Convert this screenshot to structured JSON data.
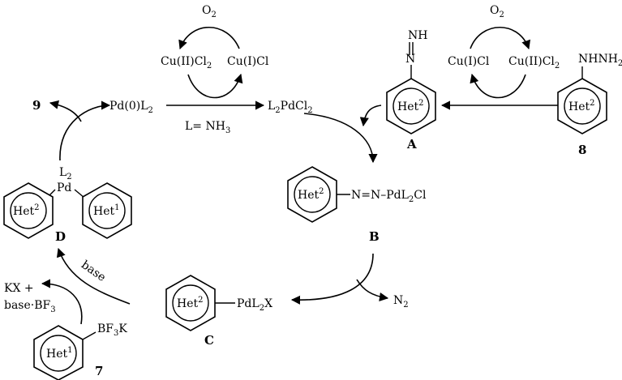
{
  "cycle_cu_left": {
    "o2": "O",
    "o2_sub": "2",
    "left": "Cu(II)Cl",
    "left_sub": "2",
    "right": "Cu(I)Cl"
  },
  "cycle_cu_right": {
    "o2": "O",
    "o2_sub": "2",
    "left": "Cu(I)Cl",
    "right": "Cu(II)Cl",
    "right_sub": "2"
  },
  "pd0": {
    "text": "Pd(0)L",
    "sub": "2"
  },
  "ligand_note": {
    "text": "L= NH",
    "sub": "3"
  },
  "l2pdcl2": {
    "a": "L",
    "a_sub": "2",
    "b": "PdCl",
    "b_sub": "2"
  },
  "compound_A": {
    "label": "A",
    "group": "NH",
    "ring": "Het",
    "ring_sup": "2"
  },
  "compound_8": {
    "label": "8",
    "group": "NHNH",
    "group_sub": "2",
    "ring": "Het",
    "ring_sup": "2"
  },
  "compound_9": {
    "label": "9"
  },
  "compound_D": {
    "label": "D",
    "ligand": "L",
    "ligand_sub": "2",
    "metal": "Pd",
    "ring_left": "Het",
    "ring_left_sup": "2",
    "ring_right": "Het",
    "ring_right_sup": "1"
  },
  "compound_B": {
    "label": "B",
    "ring": "Het",
    "ring_sup": "2",
    "chain": "N=N–PdL",
    "chain_sub": "2",
    "chain_end": "Cl"
  },
  "compound_C": {
    "label": "C",
    "ring": "Het",
    "ring_sup": "2",
    "group": "PdL",
    "group_sub": "2",
    "group_end": "X"
  },
  "compound_7": {
    "label": "7",
    "ring": "Het",
    "ring_sup": "1",
    "group": "BF",
    "group_sub": "3",
    "group_end": "K"
  },
  "n2": {
    "text": "N",
    "sub": "2"
  },
  "base": {
    "text": "base"
  },
  "byproduct": {
    "line1": "KX +",
    "line2": "base·BF",
    "line2_sub": "3"
  }
}
